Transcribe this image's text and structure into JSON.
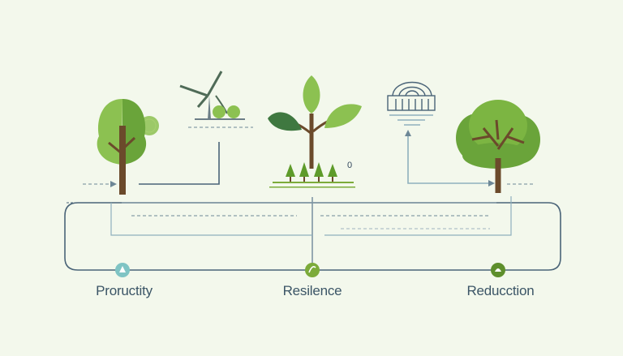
{
  "labels": {
    "productivity": "Proructity",
    "resilience": "Resilence",
    "reduction": "Reducction"
  },
  "small_mark": "0",
  "colors": {
    "background": "#f3f8ec",
    "leaf_light": "#8cc151",
    "leaf_mid": "#6aa43a",
    "leaf_dark": "#4f8a2b",
    "trunk": "#6b4a2b",
    "line": "#4a6478",
    "line_light": "#9fb4bf",
    "node_teal": "#7fc4c4",
    "node_green": "#7cab3a",
    "node_dark": "#5e8f2c"
  },
  "icons": [
    "tree-icon",
    "wind-turbine-icon",
    "sprout-icon",
    "dome-building-icon",
    "oak-tree-icon"
  ]
}
